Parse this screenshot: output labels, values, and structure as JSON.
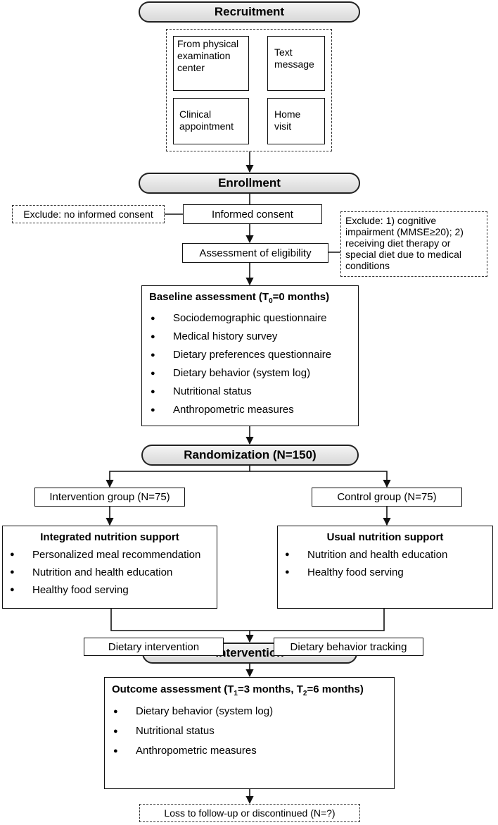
{
  "stages": {
    "recruitment": "Recruitment",
    "enrollment": "Enrollment",
    "randomization": "Randomization (N=150)",
    "intervention": "Intervention"
  },
  "recruitment_sources": [
    "From physical examination center",
    "Text message",
    "Clinical appointment",
    "Home visit"
  ],
  "enrollment": {
    "exclude_left": "Exclude: no informed consent",
    "informed_consent": "Informed consent",
    "assessment": "Assessment of eligibility",
    "exclude_right": "Exclude: 1) cognitive impairment (MMSE≥20); 2) receiving diet therapy or special diet due to medical conditions"
  },
  "baseline": {
    "title_prefix": "Baseline assessment (T",
    "title_sub": "0",
    "title_suffix": "=0 months)",
    "items": [
      "Sociodemographic questionnaire",
      "Medical history survey",
      "Dietary preferences questionnaire",
      "Dietary behavior (system log)",
      "Nutritional status",
      "Anthropometric measures"
    ]
  },
  "groups": {
    "intervention_label": "Intervention group (N=75)",
    "control_label": "Control group (N=75)",
    "intervention_support": {
      "title": "Integrated nutrition support",
      "items": [
        "Personalized meal recommendation",
        "Nutrition and health education",
        "Healthy food serving"
      ]
    },
    "control_support": {
      "title": "Usual nutrition support",
      "items": [
        "Nutrition and health education",
        "Healthy food serving"
      ]
    }
  },
  "intervention_phase": {
    "dietary_intervention": "Dietary intervention",
    "tracking": "Dietary behavior tracking"
  },
  "outcome": {
    "title_a": "Outcome assessment (T",
    "sub1": "1",
    "title_b": "=3 months, T",
    "sub2": "2",
    "title_c": "=6 months)",
    "items": [
      "Dietary behavior (system log)",
      "Nutritional status",
      "Anthropometric measures"
    ]
  },
  "loss": "Loss to follow-up or discontinued (N=?)"
}
